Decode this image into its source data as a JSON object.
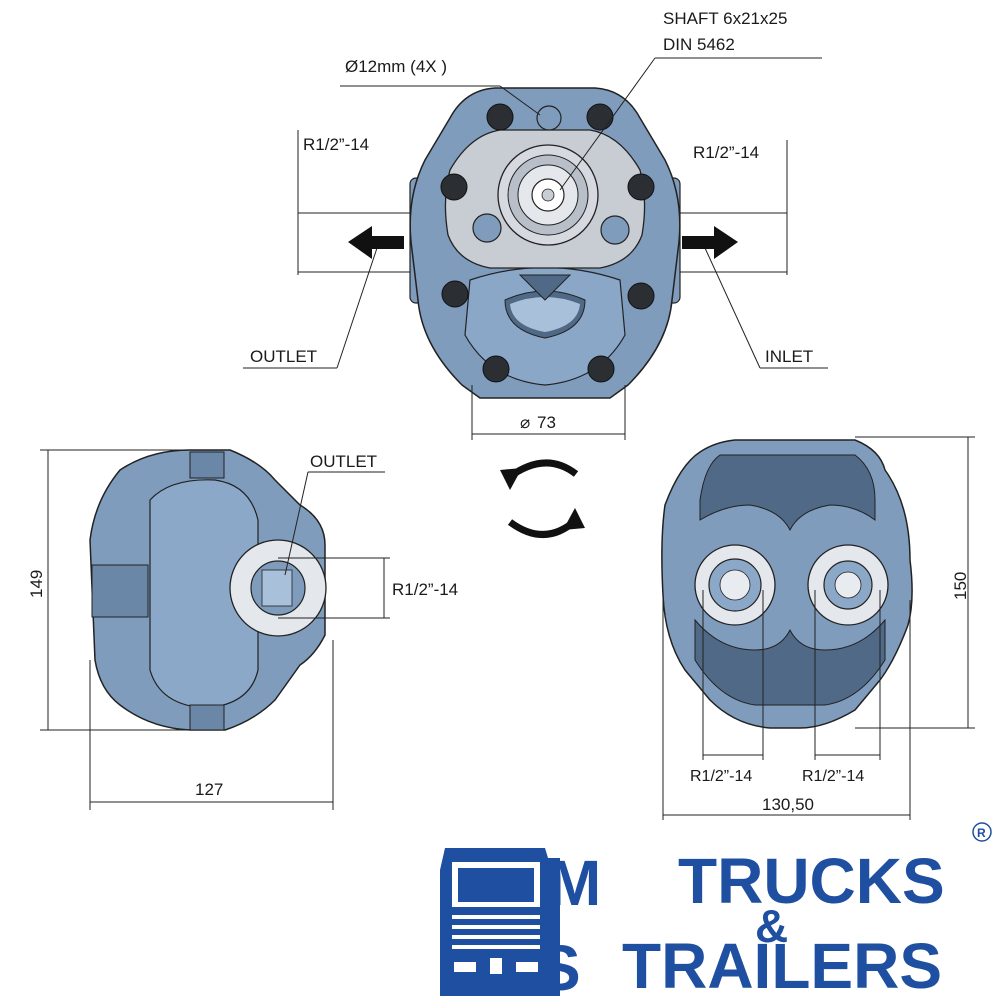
{
  "labels": {
    "shaft_line1": "SHAFT 6x21x25",
    "shaft_line2": "DIN 5462",
    "bolt_holes": "Ø12mm (4X )",
    "port_left_top": "R1/2”-14",
    "port_right_top": "R1/2”-14",
    "outlet_top": "OUTLET",
    "inlet_top": "INLET",
    "pilot_diameter": "73",
    "outlet_side": "OUTLET",
    "port_side": "R1/2”-14",
    "height_left": "149",
    "width_left": "127",
    "height_right": "150",
    "width_right": "130,50",
    "port_back_left": "R1/2”-14",
    "port_back_right": "R1/2”-14"
  },
  "logo": {
    "m": "M",
    "s": "S",
    "trucks": "TRUCKS",
    "amp": "&",
    "trailers": "TRAILERS",
    "registered": "R",
    "brand_color": "#1e4fa1"
  },
  "colors": {
    "body": "#7f9cbd",
    "body_dark": "#4f6986",
    "body_light": "#a8c0da",
    "flange": "#c8ccd3",
    "line": "#222222"
  }
}
